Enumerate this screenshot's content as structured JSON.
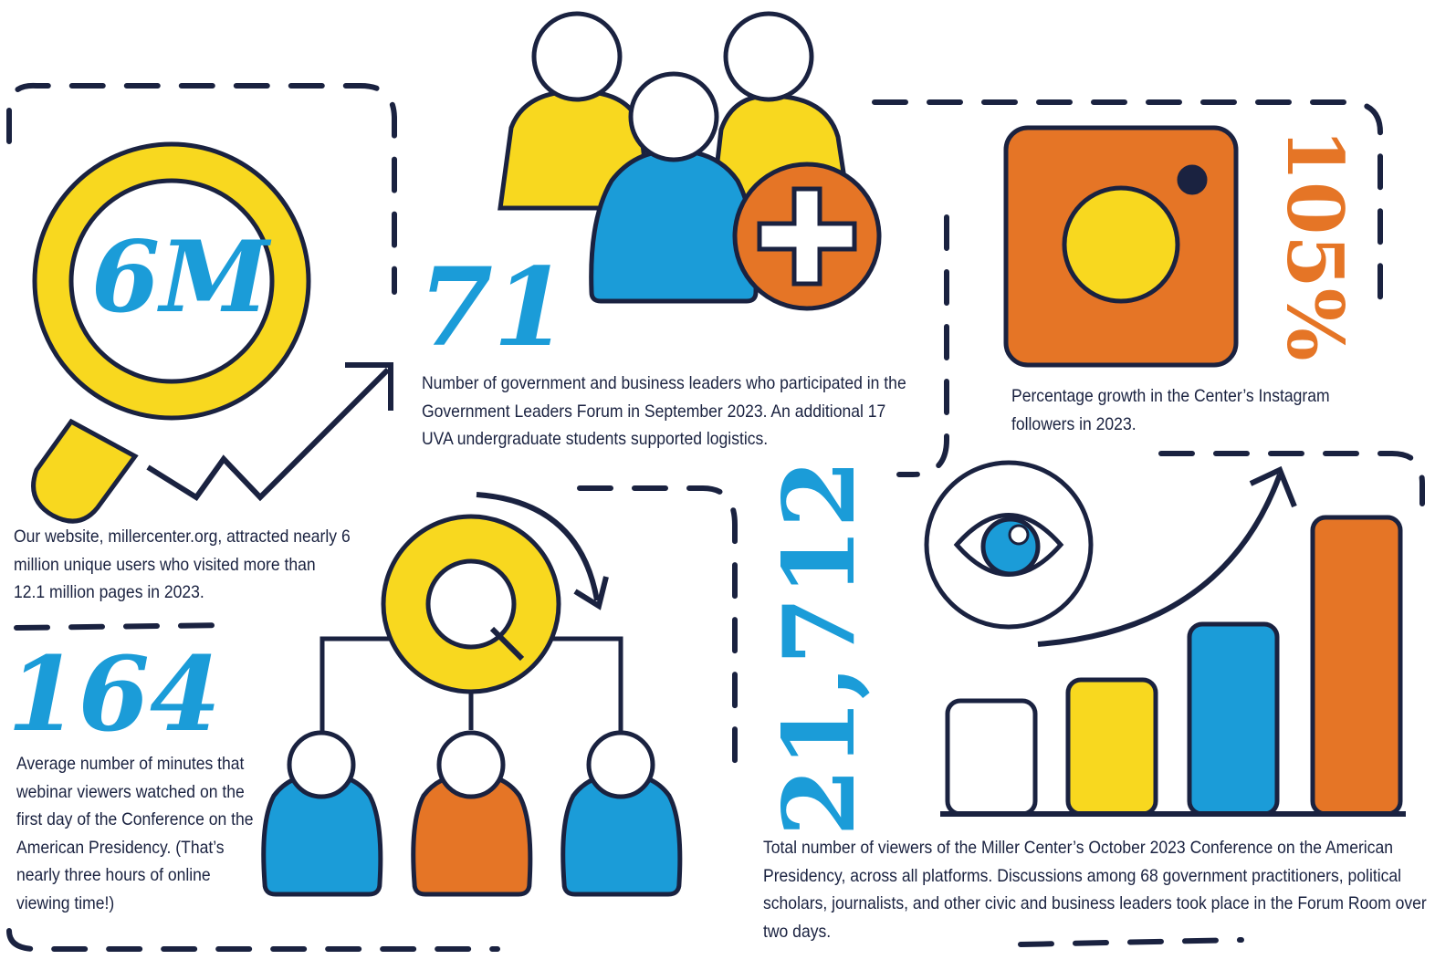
{
  "colors": {
    "navy": "#1a2240",
    "yellow": "#f8d81f",
    "blue": "#1b9cd8",
    "orange": "#e57526",
    "white": "#ffffff"
  },
  "stats": {
    "website": {
      "value": "6M",
      "description": "Our website, millercenter.org, attracted nearly 6 million unique users who visited more than 12.1 million pages in 2023."
    },
    "forum": {
      "value": "71",
      "description": "Number of government and business leaders who participated in the Government Leaders Forum in September 2023. An additional 17 UVA undergraduate students supported logistics."
    },
    "instagram": {
      "value": "105%",
      "description": "Percentage growth in the Center’s Instagram followers in 2023."
    },
    "webinar": {
      "value": "164",
      "description": "Average number of minutes that webinar viewers watched on the first day of the Conference on the American Presidency. (That’s nearly three hours of online viewing time!)"
    },
    "conference": {
      "value": "21,712",
      "description": "Total number of viewers of the Miller Center’s October 2023 Conference on the American Presidency, across all platforms. Discussions among 68 government practitioners, political scholars, journalists, and other civic and business leaders took place in the Forum Room over two days."
    }
  },
  "icons": [
    "magnifier-icon",
    "trend-arrow-icon",
    "people-add-icon",
    "instagram-icon",
    "hierarchy-search-icon",
    "eye-icon",
    "bar-growth-icon"
  ]
}
